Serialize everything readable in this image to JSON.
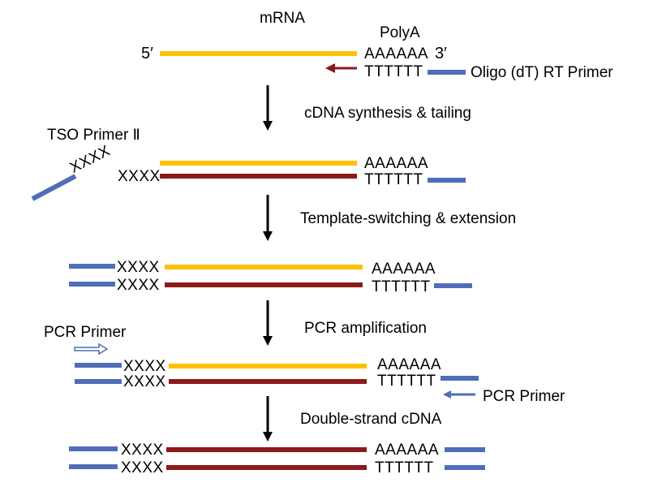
{
  "colors": {
    "mrna": "#FFC000",
    "cdna": "#8B1A1A",
    "primer": "#4F6DB8",
    "arrow": "#000000",
    "rt_arrow": "#8B1A1A",
    "pcr_arrow": "#4F6DB8"
  },
  "stage1": {
    "mrna_label": "mRNA",
    "polya_label": "PolyA",
    "five_prime": "5′",
    "three_prime": "3′",
    "polya_seq": "AAAAAA",
    "oligo_seq": "TTTTTT",
    "rt_primer_label": "Oligo (dT) RT Primer"
  },
  "steps": {
    "step1": "cDNA synthesis & tailing",
    "step2": "Template-switching & extension",
    "step3": "PCR amplification",
    "step4": "Double-strand cDNA"
  },
  "stage2": {
    "tso_label": "TSO Primer Ⅱ",
    "tso_tail": "XXXX",
    "c_tail": "XXXX",
    "top_seq": "AAAAAA",
    "bottom_seq": "TTTTTT"
  },
  "stage3": {
    "top_x": "XXXX",
    "bottom_x": "XXXX",
    "top_seq": "AAAAAA",
    "bottom_seq": "TTTTTT"
  },
  "stage4": {
    "pcr_primer_left": "PCR Primer",
    "pcr_primer_right": "PCR Primer",
    "top_x": "XXXX",
    "bottom_x": "XXXX",
    "top_seq": "AAAAAA",
    "bottom_seq": "TTTTTT"
  },
  "stage5": {
    "top_x": "XXXX",
    "bottom_x": "XXXX",
    "top_seq": "AAAAAA",
    "bottom_seq": "TTTTTT"
  }
}
